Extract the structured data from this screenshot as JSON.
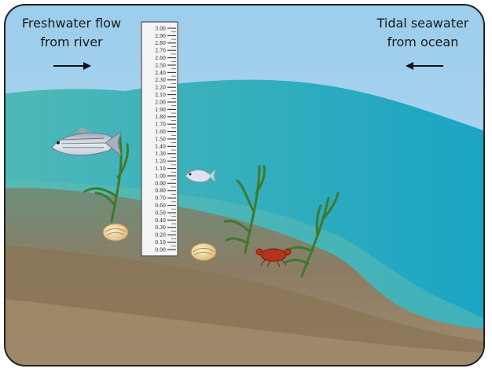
{
  "labels": {
    "freshwater_line1": "Freshwater flow",
    "freshwater_line2": "from river",
    "tidal_line1": "Tidal seawater",
    "tidal_line2": "from ocean"
  },
  "gauge": {
    "ticks": [
      "3.00",
      "2.90",
      "2.80",
      "2.70",
      "2.60",
      "2.50",
      "2.40",
      "2.30",
      "2.20",
      "2.10",
      "2.00",
      "1.90",
      "1.80",
      "1.70",
      "1.60",
      "1.50",
      "1.40",
      "1.30",
      "1.20",
      "1.10",
      "1.00",
      "0.90",
      "0.80",
      "0.70",
      "0.60",
      "0.50",
      "0.40",
      "0.30",
      "0.20",
      "0.10",
      "0.00"
    ]
  },
  "colors": {
    "sky": "#a9d4ee",
    "water_deep": "#2aa6b2",
    "water_light": "#37bdc6",
    "sediment": "#8a7b62",
    "seagrass": "#3e7a2c",
    "crab": "#b3331b"
  },
  "icons": {
    "flow_left": "arrow-right-icon",
    "flow_right": "arrow-left-icon"
  }
}
